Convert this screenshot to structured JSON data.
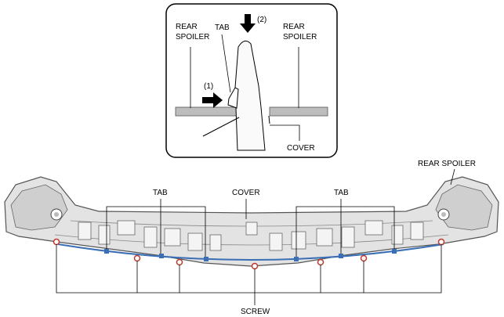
{
  "inset": {
    "label_rear_spoiler_left_line1": "REAR",
    "label_rear_spoiler_left_line2": "SPOILER",
    "label_rear_spoiler_right_line1": "REAR",
    "label_rear_spoiler_right_line2": "SPOILER",
    "label_tab": "TAB",
    "label_cover": "COVER",
    "step_1": "(1)",
    "step_2": "(2)"
  },
  "main": {
    "label_rear_spoiler": "REAR SPOILER",
    "label_tab_left": "TAB",
    "label_tab_right": "TAB",
    "label_cover": "COVER",
    "label_screw": "SCREW"
  },
  "colors": {
    "part_fill": "#e3e3e3",
    "part_dark": "#9a9a9a",
    "cover_edge": "#3a6fb5",
    "screw_ring": "#c0392b",
    "spoiler_bar": "#bdbdbd"
  }
}
